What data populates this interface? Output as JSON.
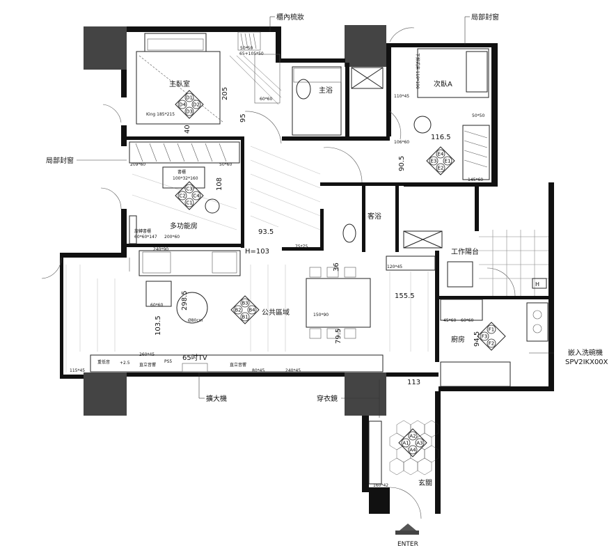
{
  "rooms": {
    "master_bedroom": "主臥室",
    "master_bath": "主浴",
    "bedroom_a": "次臥A",
    "multi_room": "多功能房",
    "guest_bath": "客浴",
    "public_area": "公共區域",
    "kitchen": "廚房",
    "entrance": "玄關",
    "work_balcony": "工作陽台"
  },
  "callouts": {
    "cabinet_mirror": "櫃內梳妝",
    "partial_window_top": "局部封窗",
    "partial_window_left": "局部封窗",
    "amplifier": "擴大機",
    "dressing_mirror": "穿衣鏡",
    "dishwasher_line1": "嵌入洗碗機",
    "dishwasher_line2": "SPV2IKX00X",
    "enter": "ENTER"
  },
  "dimensions": {
    "d205": "205",
    "d95": "95",
    "d40": "40",
    "d108": "108",
    "d93_5": "93.5",
    "h103": "H=103",
    "d116_5": "116.5",
    "d90_5": "90.5",
    "d155_5": "155.5",
    "d298_5": "298.5",
    "d103_5": "103.5",
    "d79_5": "79.5",
    "d36": "36",
    "d94_5": "94.5",
    "d113": "113",
    "tv": "65吋TV"
  },
  "small_labels": {
    "king": "King 185*215",
    "s50x50a": "50*50",
    "s65_105": "65+105*50",
    "s60x60a": "60*60",
    "s110x45": "110*45",
    "s106x60": "106*60",
    "s50x50b": "50*50",
    "s145x60": "145*60",
    "s209x60": "209*60",
    "s50x60": "50*60",
    "desk_label": "書櫃",
    "desk_size": "100*32*160",
    "swivel": "旋轉書櫃",
    "swivel_size": "60*60*147",
    "s200x60": "200*60",
    "s240x90": "240*90",
    "s75x75": "75*75",
    "s120x45": "120*45",
    "s60x60b": "60*60",
    "round80": "Ø80cm",
    "table150": "150*90",
    "s45x60": "45*60",
    "s60x60c": "60*60",
    "s260x45": "260*45",
    "speaker1": "直立音響",
    "speaker2": "直立音響",
    "ps5": "PS5",
    "av": "重低音",
    "plus25": "+2.5",
    "s80x45": "80*45",
    "s240x45": "240*45",
    "s115x45": "115*45",
    "s160x42": "160*42",
    "wardrobe_side": "下掀式床 110*190"
  },
  "h_mark": "H",
  "diamonds": [
    {
      "id": "D",
      "labels": [
        "D1",
        "D2",
        "D3",
        "D4"
      ]
    },
    {
      "id": "E",
      "labels": [
        "E4",
        "E1",
        "E2",
        "E3"
      ]
    },
    {
      "id": "C",
      "labels": [
        "C3",
        "C4",
        "C1",
        "C2"
      ]
    },
    {
      "id": "B",
      "labels": [
        "B3",
        "B4",
        "B1",
        "B2"
      ]
    },
    {
      "id": "F",
      "labels": [
        "F1",
        "F2",
        "F3"
      ]
    },
    {
      "id": "A",
      "labels": [
        "A2",
        "A3",
        "A4",
        "A1"
      ]
    }
  ],
  "colors": {
    "wall": "#111111",
    "pillar": "#444444",
    "line": "#222222"
  }
}
